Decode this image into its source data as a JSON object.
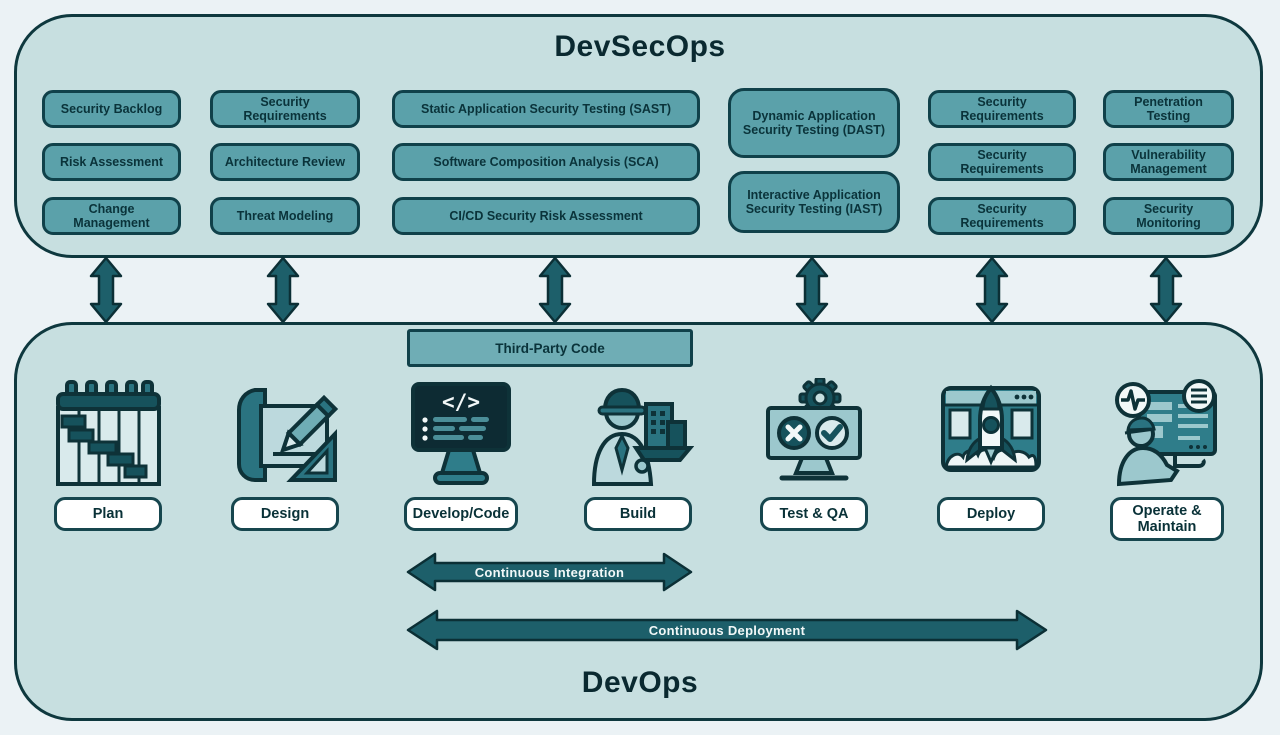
{
  "devsecops": {
    "title": "DevSecOps",
    "columns": [
      {
        "name": "plan-security",
        "boxes": [
          "Security Backlog",
          "Risk Assessment",
          "Change Management"
        ]
      },
      {
        "name": "design-security",
        "boxes": [
          "Security Requirements",
          "Architecture Review",
          "Threat Modeling"
        ]
      },
      {
        "name": "code-security",
        "boxes": [
          "Static Application Security Testing (SAST)",
          "Software Composition Analysis (SCA)",
          "CI/CD Security Risk Assessment"
        ]
      },
      {
        "name": "test-security",
        "boxes": [
          "Dynamic Application Security Testing (DAST)",
          "Interactive Application Security Testing (IAST)"
        ]
      },
      {
        "name": "deploy-security",
        "boxes": [
          "Security Requirements",
          "Security Requirements",
          "Security Requirements"
        ]
      },
      {
        "name": "operate-security",
        "boxes": [
          "Penetration Testing",
          "Vulnerability Management",
          "Security Monitoring"
        ]
      }
    ]
  },
  "devops": {
    "title": "DevOps",
    "third_party_label": "Third-Party Code",
    "code_glyph": "</>",
    "phases": [
      {
        "label": "Plan",
        "icon": "gantt-calendar-icon"
      },
      {
        "label": "Design",
        "icon": "blueprint-pencil-icon"
      },
      {
        "label": "Develop/Code",
        "icon": "code-monitor-icon"
      },
      {
        "label": "Build",
        "icon": "construction-worker-icon"
      },
      {
        "label": "Test & QA",
        "icon": "gear-check-monitor-icon"
      },
      {
        "label": "Deploy",
        "icon": "rocket-launch-icon"
      },
      {
        "label": "Operate & Maintain",
        "icon": "operations-dashboard-icon"
      }
    ],
    "arrows": {
      "continuous_integration": "Continuous Integration",
      "continuous_deployment": "Continuous Deployment"
    }
  },
  "connectors": {
    "count": 6,
    "type": "bidirectional-vertical-arrow"
  },
  "colors": {
    "page_bg": "#ebf2f5",
    "panel_fill": "#c7dfe0",
    "panel_border": "#0e383e",
    "box_fill": "#5ba1aa",
    "box_border": "#10414a",
    "box_text": "#0a333a",
    "third_party_fill": "#6fadb5",
    "arrow_fill": "#1d5f6a",
    "arrow_border": "#0b2f35",
    "label_fill": "#ffffff",
    "screen_dark": "#0d2b33"
  }
}
